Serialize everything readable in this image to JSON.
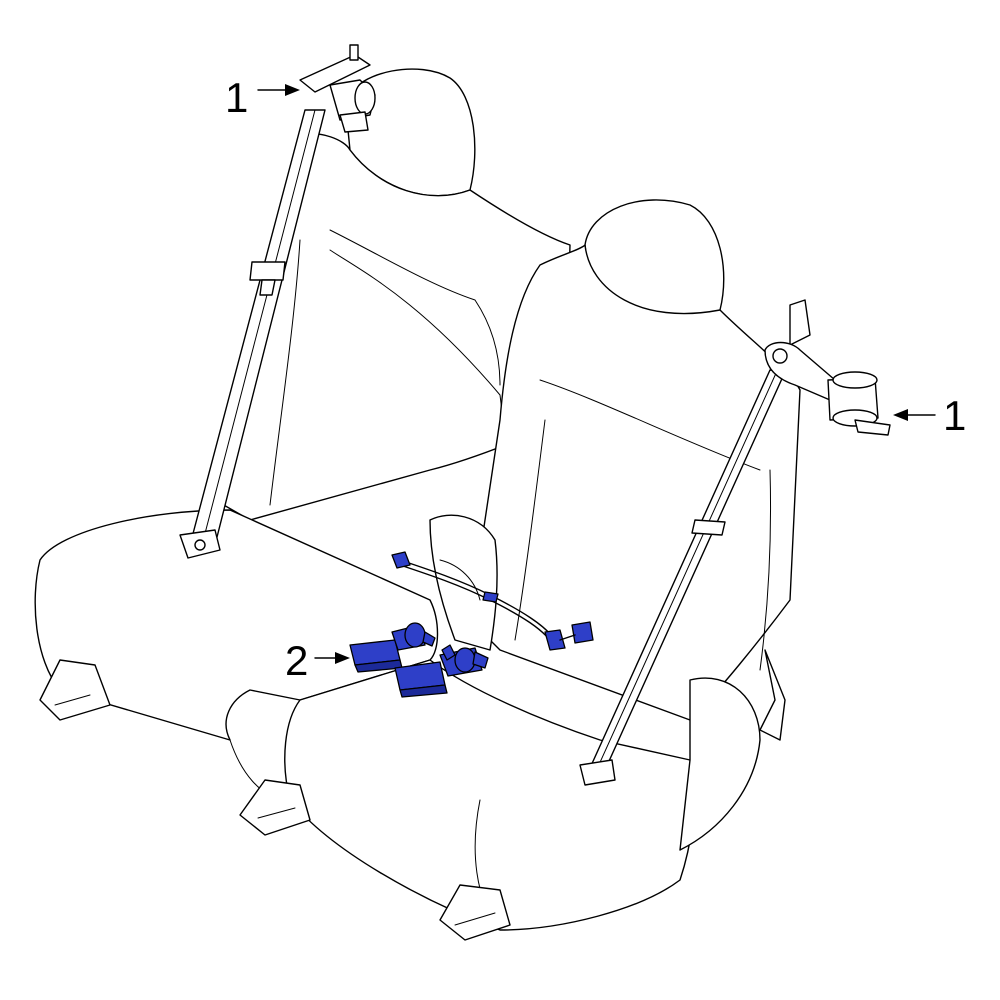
{
  "callouts": {
    "left_retractor": "1",
    "right_retractor": "1",
    "buckles": "2"
  },
  "colors": {
    "highlight": "#2E3FC8",
    "highlight_dark": "#1C2A99",
    "line": "#000000",
    "background": "#FFFFFF"
  }
}
